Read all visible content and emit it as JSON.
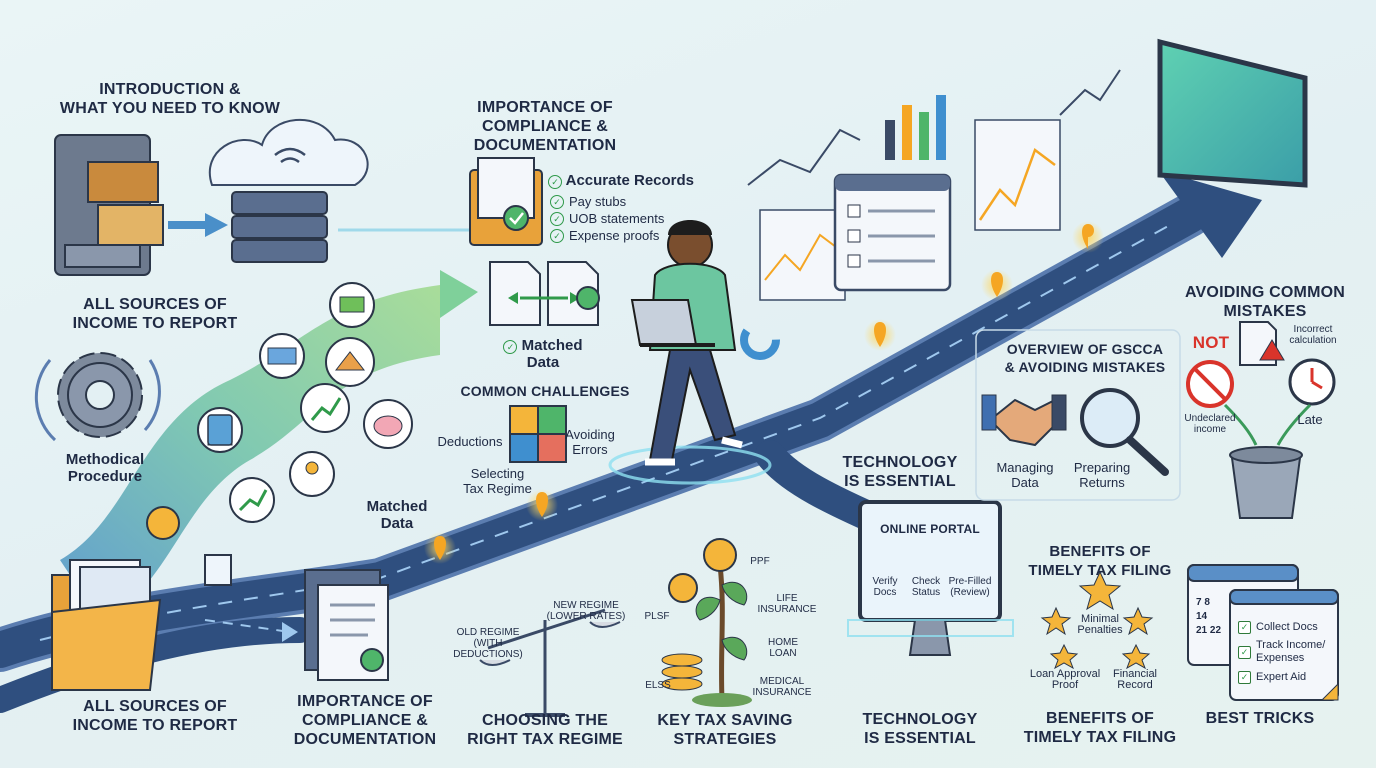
{
  "sections": {
    "intro": "INTRODUCTION &\nWHAT YOU NEED TO KNOW",
    "sources_top": "ALL SOURCES OF\nINCOME TO REPORT",
    "sources_bottom": "ALL SOURCES OF\nINCOME TO REPORT",
    "compliance_top": "IMPORTANCE OF\nCOMPLIANCE &\nDOCUMENTATION",
    "compliance_bottom": "IMPORTANCE OF\nCOMPLIANCE &\nDOCUMENTATION",
    "challenges": "COMMON CHALLENGES",
    "regime": "CHOOSING THE\nRIGHT TAX REGIME",
    "strategies": "KEY TAX SAVING\nSTRATEGIES",
    "tech_mid": "TECHNOLOGY\nIS ESSENTIAL",
    "tech_bottom": "TECHNOLOGY\nIS ESSENTIAL",
    "overview": "OVERVIEW OF GSCCA\n& AVOIDING MISTAKES",
    "mistakes": "AVOIDING COMMON\nMISTAKES",
    "benefits_mid": "BENEFITS OF\nTIMELY TAX FILING",
    "benefits_bottom": "BENEFITS OF\nTIMELY TAX FILING",
    "tricks": "BEST TRICKS"
  },
  "compliance": {
    "heading": "Accurate Records",
    "items": [
      "Pay stubs",
      "UOB statements",
      "Expense proofs"
    ]
  },
  "matched": {
    "top": "Matched\nData",
    "mid": "Matched\nData"
  },
  "procedure": "Methodical\nProcedure",
  "challenges": {
    "deductions": "Deductions",
    "avoiding": "Avoiding\nErrors",
    "selecting": "Selecting\nTax Regime"
  },
  "regime": {
    "old": "OLD REGIME\n(WITH DEDUCTIONS)",
    "new": "NEW REGIME\n(LOWER RATES)"
  },
  "strategies": {
    "ppf": "PPF",
    "plsf": "PLSF",
    "life": "LIFE\nINSURANCE",
    "home": "HOME\nLOAN",
    "elss": "ELSS",
    "medical": "MEDICAL\nINSURANCE"
  },
  "portal": {
    "title": "ONLINE PORTAL",
    "verify": "Verify\nDocs",
    "check": "Check\nStatus",
    "prefilled": "Pre-Filled\n(Review)"
  },
  "overview": {
    "managing": "Managing\nData",
    "preparing": "Preparing\nReturns"
  },
  "mistakes": {
    "not": "NOT",
    "incorrect": "Incorrect\ncalculation",
    "undeclared": "Undeclared\nincome",
    "late": "Late"
  },
  "benefits": {
    "minimal": "Minimal\nPenalties",
    "loan": "Loan Approval\nProof",
    "financial": "Financial\nRecord"
  },
  "tricks": {
    "items": [
      "Collect Docs",
      "Track Income/\nExpenses",
      "Expert Aid"
    ],
    "calendar": [
      "7",
      "8",
      "14",
      "21",
      "22"
    ]
  },
  "colors": {
    "road": "#2f4f7f",
    "road_edge": "#5b7db0",
    "wave": "#6fc2a6",
    "pin": "#f5a623",
    "accent_green": "#2f9a4a",
    "alert_red": "#d9342b",
    "star": "#f4b53a"
  },
  "icons": [
    "file-cabinet-icon",
    "cloud-server-icon",
    "gear-icon",
    "folder-icon",
    "person-laptop-icon",
    "puzzle-icon",
    "scale-icon",
    "money-tree-icon",
    "monitor-icon",
    "handshake-icon",
    "magnifier-icon",
    "clock-icon",
    "trash-icon",
    "calendar-icon",
    "star-icon"
  ]
}
